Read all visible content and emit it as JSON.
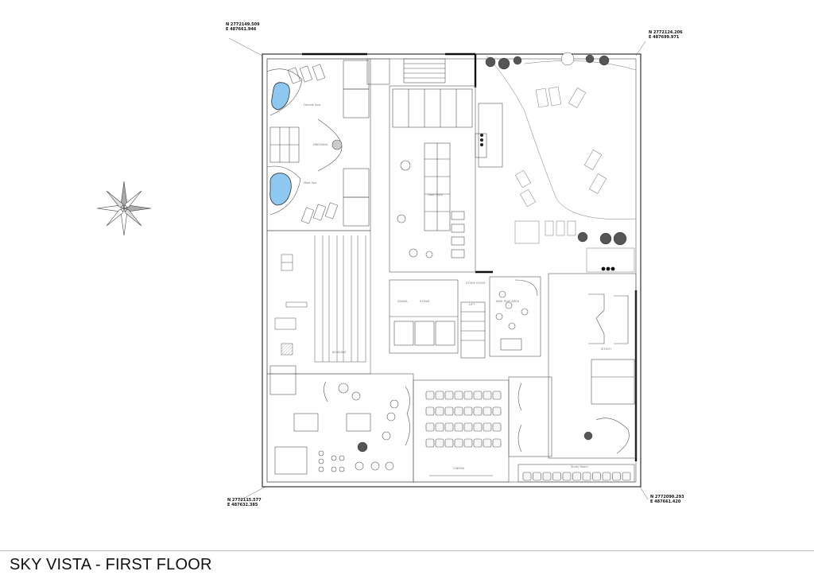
{
  "title": "SKY VISTA - FIRST FLOOR",
  "coordinates": {
    "top_left": {
      "n": "N 2772149.509",
      "e": "E 487661.946"
    },
    "top_right": {
      "n": "N 2772124.206",
      "e": "E 487699.971"
    },
    "bottom_left": {
      "n": "N 2772115.577",
      "e": "E 487632.385"
    },
    "bottom_right": {
      "n": "N 2772090.293",
      "e": "E 487661.420"
    }
  },
  "rooms": {
    "female_spa": "Female Spa",
    "male_spa": "Male Spa",
    "open_gym": "Open Gym",
    "kids_play_area": "KIDS PLAY AREA",
    "bowling": "BOWLING",
    "cinema": "CINEMA",
    "study_room": "Study Room",
    "sitout": "SITOUT",
    "dressing": "DRESSING",
    "sauna": "SAUNA",
    "steam": "STEAM",
    "lift": "LIFT",
    "store_room": "STORE ROOM"
  },
  "colors": {
    "pool": "#8ec8f0",
    "line": "#444444",
    "wall": "#111111",
    "tree": "#555555"
  }
}
